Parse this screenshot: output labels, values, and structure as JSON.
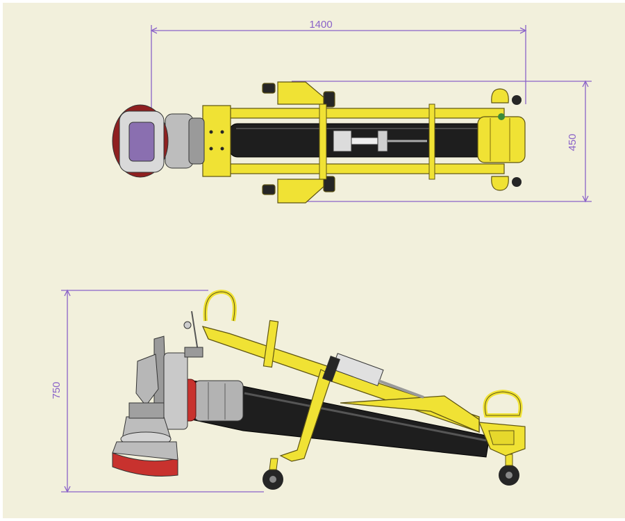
{
  "dimensions": {
    "length": "1400",
    "width": "450",
    "height": "750"
  },
  "colors": {
    "sheet": "#f2f0dc",
    "dimension": "#8a62c8",
    "frame_yellow": "#f0e234",
    "frame_yellow_dark": "#b8a820",
    "hose_black": "#1e1e1e",
    "coupling_red": "#c8322e",
    "metal_grey": "#a7a7a7",
    "wheel_black": "#262626"
  },
  "views": {
    "top": "top-view",
    "side": "side-view"
  }
}
